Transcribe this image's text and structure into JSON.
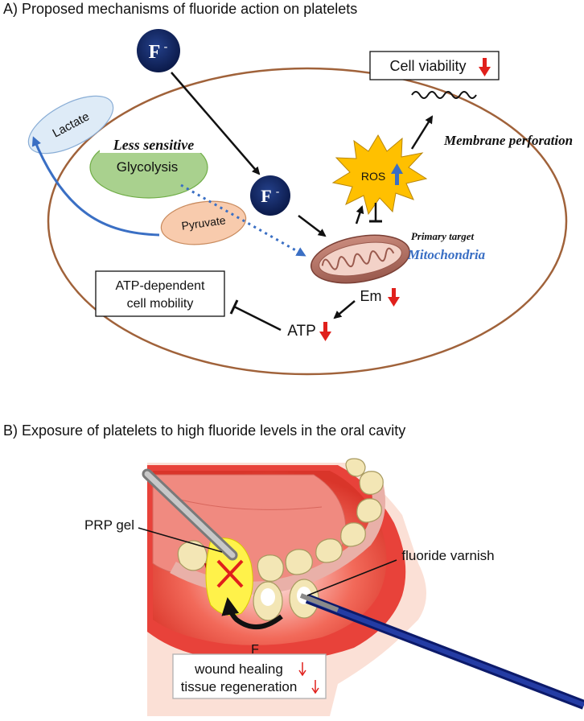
{
  "panel_a": {
    "heading": "A) Proposed mechanisms of fluoride action on platelets",
    "fluoride_ion": "F",
    "fluoride_charge": "-",
    "lactate": "Lactate",
    "less_sensitive": "Less sensitive",
    "glycolysis": "Glycolysis",
    "pyruvate": "Pyruvate",
    "ros": "ROS",
    "cell_viability": "Cell viability",
    "membrane_perforation": "Membrane perforation",
    "primary_target": "Primary target",
    "mitochondria": "Mitochondria",
    "em": "Em",
    "atp": "ATP",
    "atp_dependent_line1": "ATP-dependent",
    "atp_dependent_line2": "cell mobility"
  },
  "panel_b": {
    "heading": "B) Exposure of platelets to high fluoride levels in the oral cavity",
    "prp_gel": "PRP gel",
    "fluoride_varnish": "fluoride varnish",
    "f_label": "F",
    "wound_healing": "wound healing",
    "tissue_regeneration": "tissue regeneration"
  },
  "colors": {
    "down_arrow": "#e0201c",
    "up_arrow": "#3a6fc4",
    "fluoride_circle": "#0f2159",
    "cell_border": "#a0623a",
    "mitochondria_label": "#3a6fc4"
  }
}
